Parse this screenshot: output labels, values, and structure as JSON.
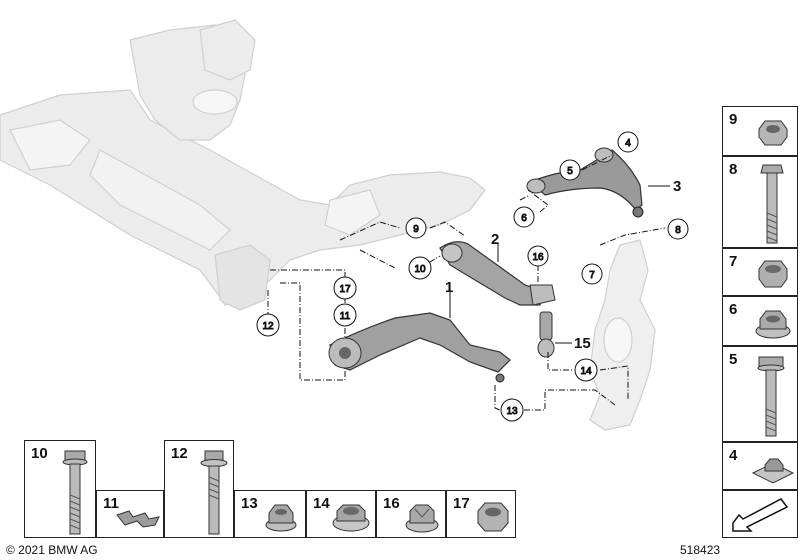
{
  "callouts": {
    "c4": "4",
    "c5": "5",
    "c6": "6",
    "c7": "7",
    "c8": "8",
    "c9": "9",
    "c10": "10",
    "c11": "11",
    "c12": "12",
    "c13": "13",
    "c14": "14",
    "c16": "16",
    "c17": "17"
  },
  "labels": {
    "l1": "1",
    "l2": "2",
    "l3": "3",
    "l15": "15"
  },
  "side_cells": [
    "9",
    "8",
    "7",
    "6",
    "5",
    "4"
  ],
  "bottom_cells": [
    "10",
    "11",
    "12",
    "13",
    "14",
    "16",
    "17"
  ],
  "footer": {
    "copyright": "© 2021 BMW AG",
    "diagram_id": "518423"
  }
}
